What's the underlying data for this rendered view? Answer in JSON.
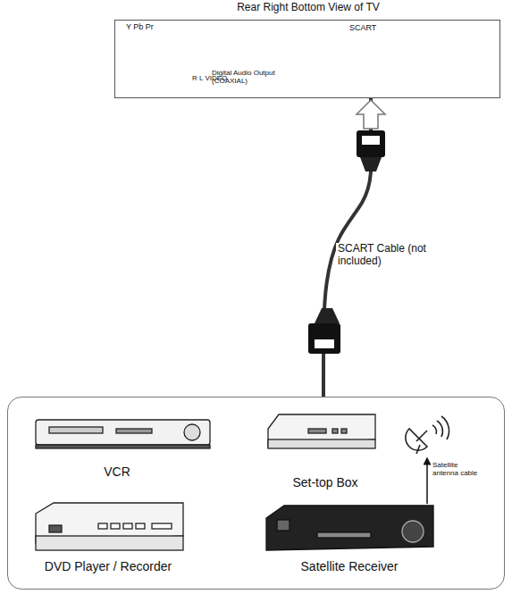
{
  "diagram": {
    "nodes": [
      {
        "text": [
          "Rear Right Bottom View of TV",
          "Y Pb Pr",
          "R L VIDEO",
          "Digital Audio Output (COAXIAL)",
          "SCART"
        ]
      },
      {
        "text": []
      },
      {
        "text": [
          "VCR"
        ],
        "in": 1
      },
      {
        "text": [
          "Set-top Box"
        ],
        "in": 1
      },
      {
        "text": [
          "DVD Player / Recorder"
        ],
        "in": 1
      },
      {
        "text": [
          "Satellite Receiver"
        ],
        "in": 1
      }
    ],
    "edges": [
      {
        "from": 1,
        "to": 0,
        "arrow": "to",
        "label": "SCART Cable (not included)"
      }
    ],
    "labels": [
      "Satellite antenna cable"
    ]
  }
}
